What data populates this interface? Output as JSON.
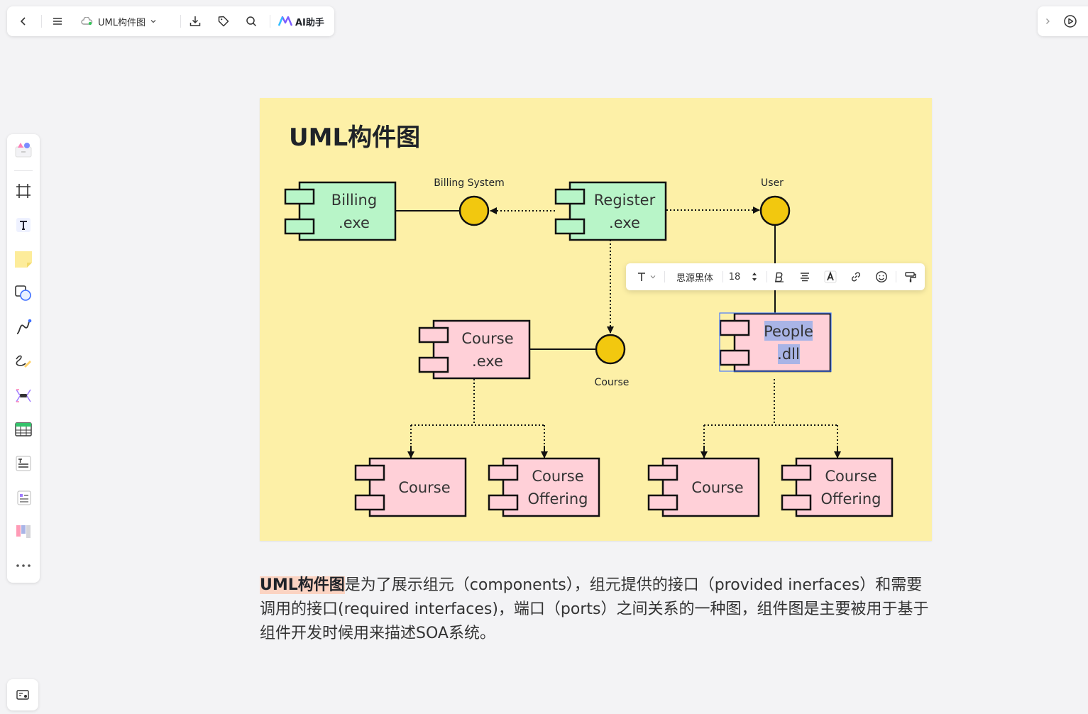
{
  "toolbar": {
    "doc_title": "UML构件图",
    "ai_label": "AI助手"
  },
  "card": {
    "title": "UML构件图"
  },
  "diagram": {
    "components": [
      {
        "line1": "Billing",
        "line2": ".exe",
        "color": "#b8f5c8"
      },
      {
        "line1": "Register",
        "line2": ".exe",
        "color": "#b8f5c8"
      },
      {
        "line1": "Course",
        "line2": ".exe",
        "color": "#ffd0d8"
      },
      {
        "line1": "People",
        "line2": ".dll",
        "color": "#ffd0d8"
      },
      {
        "line1": "Course",
        "line2": "",
        "color": "#ffd0d8"
      },
      {
        "line1": "Course",
        "line2": "Offering",
        "color": "#ffd0d8"
      },
      {
        "line1": "Course",
        "line2": "",
        "color": "#ffd0d8"
      },
      {
        "line1": "Course",
        "line2": "Offering",
        "color": "#ffd0d8"
      }
    ],
    "interfaces": [
      {
        "label": "Billing System"
      },
      {
        "label": "User"
      },
      {
        "label": "Course"
      }
    ],
    "interface_color": "#f2c80f"
  },
  "format_bar": {
    "font": "思源黑体",
    "size": "18"
  },
  "description": {
    "highlight": "UML构件图",
    "text": "是为了展示组元（components），组元提供的接口（provided inerfaces）和需要调用的接口(required interfaces)，端口（ports）之间关系的一种图，组件图是主要被用于基于组件开发时候用来描述SOA系统。"
  },
  "colors": {
    "card_bg": "#fdf0a7",
    "highlight_bg": "#fbd3c2",
    "selection": "#a9b4e6"
  }
}
